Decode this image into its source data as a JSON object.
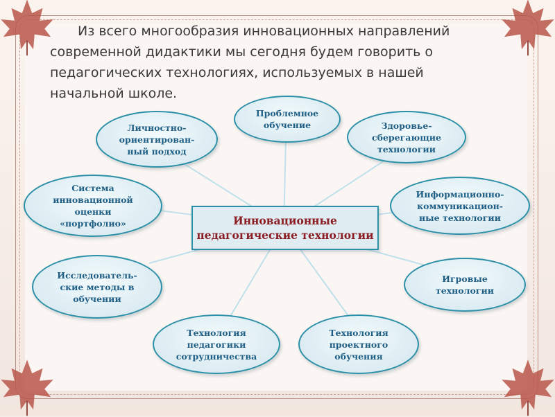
{
  "intro_text": "Из всего многообразия инновационных направлений современной дидактики мы сегодня будем говорить о педагогических технологиях, используемых в нашей начальной школе.",
  "center": "Инновационные\nпедагогические технологии",
  "nodes": {
    "person": "Личностно-\nориентирован-\nный подход",
    "problem": "Проблемное\nобучение",
    "health": "Здоровье-\nсберегающие\nтехнологии",
    "portfolio": "Система\nинновационной\nоценки\n«портфолио»",
    "ict": "Информационно-\nкоммуникацион-\nные технологии",
    "research": "Исследователь-\nские методы в\nобучении",
    "game": "Игровые\nтехнологии",
    "cooperation": "Технология\nпедагогики\nсотрудничества",
    "project": "Технология\nпроектного\nобучения"
  },
  "colors": {
    "node_border": "#2b8fa7",
    "node_text": "#1f5f86",
    "center_text": "#8b1e24",
    "leaf": "#b8564a"
  }
}
